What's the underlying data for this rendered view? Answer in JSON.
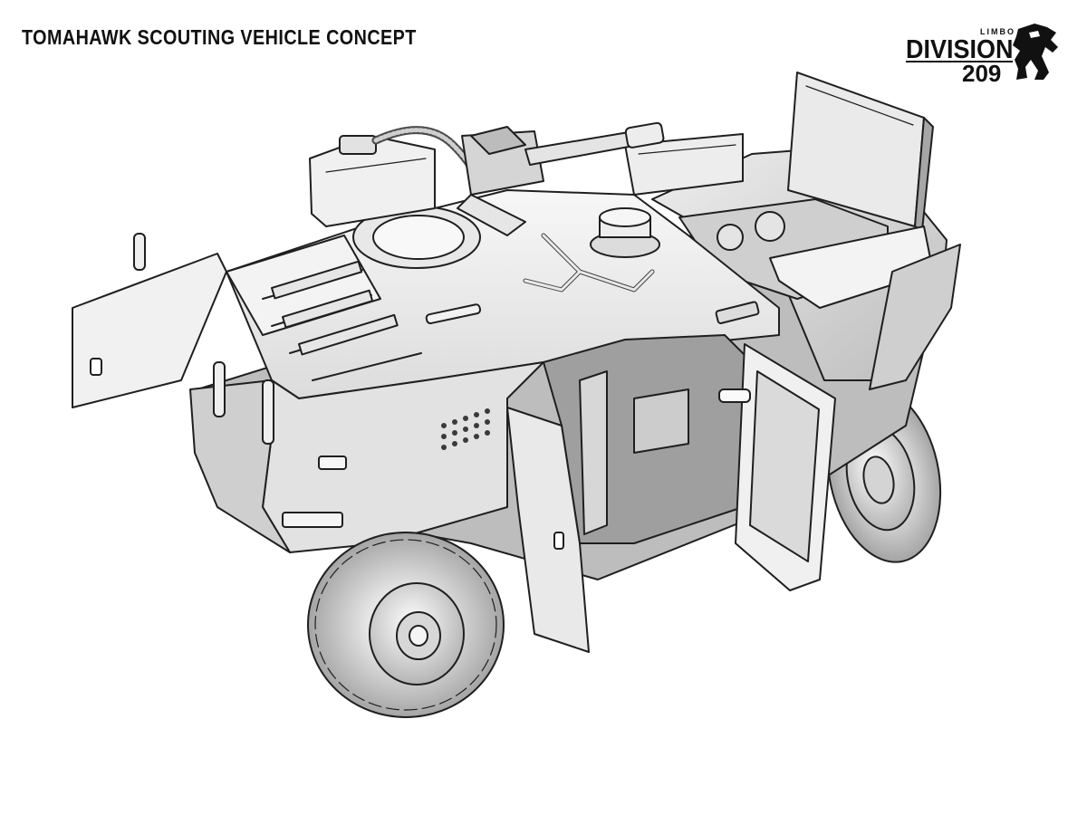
{
  "page": {
    "title": "TOMAHAWK SCOUTING VEHICLE CONCEPT"
  },
  "logo": {
    "small_text": "LIMBO",
    "main_text": "DIVISION",
    "number_text": "209"
  },
  "illustration": {
    "subject": "armored-scout-vehicle",
    "colors": {
      "line": "#1f1f1f",
      "body_light": "#f2f2f2",
      "body_mid": "#d9d9d9",
      "body_dark": "#a9a9a9",
      "tire": "#c8c8c8",
      "shadow": "#7e7e7e"
    }
  }
}
